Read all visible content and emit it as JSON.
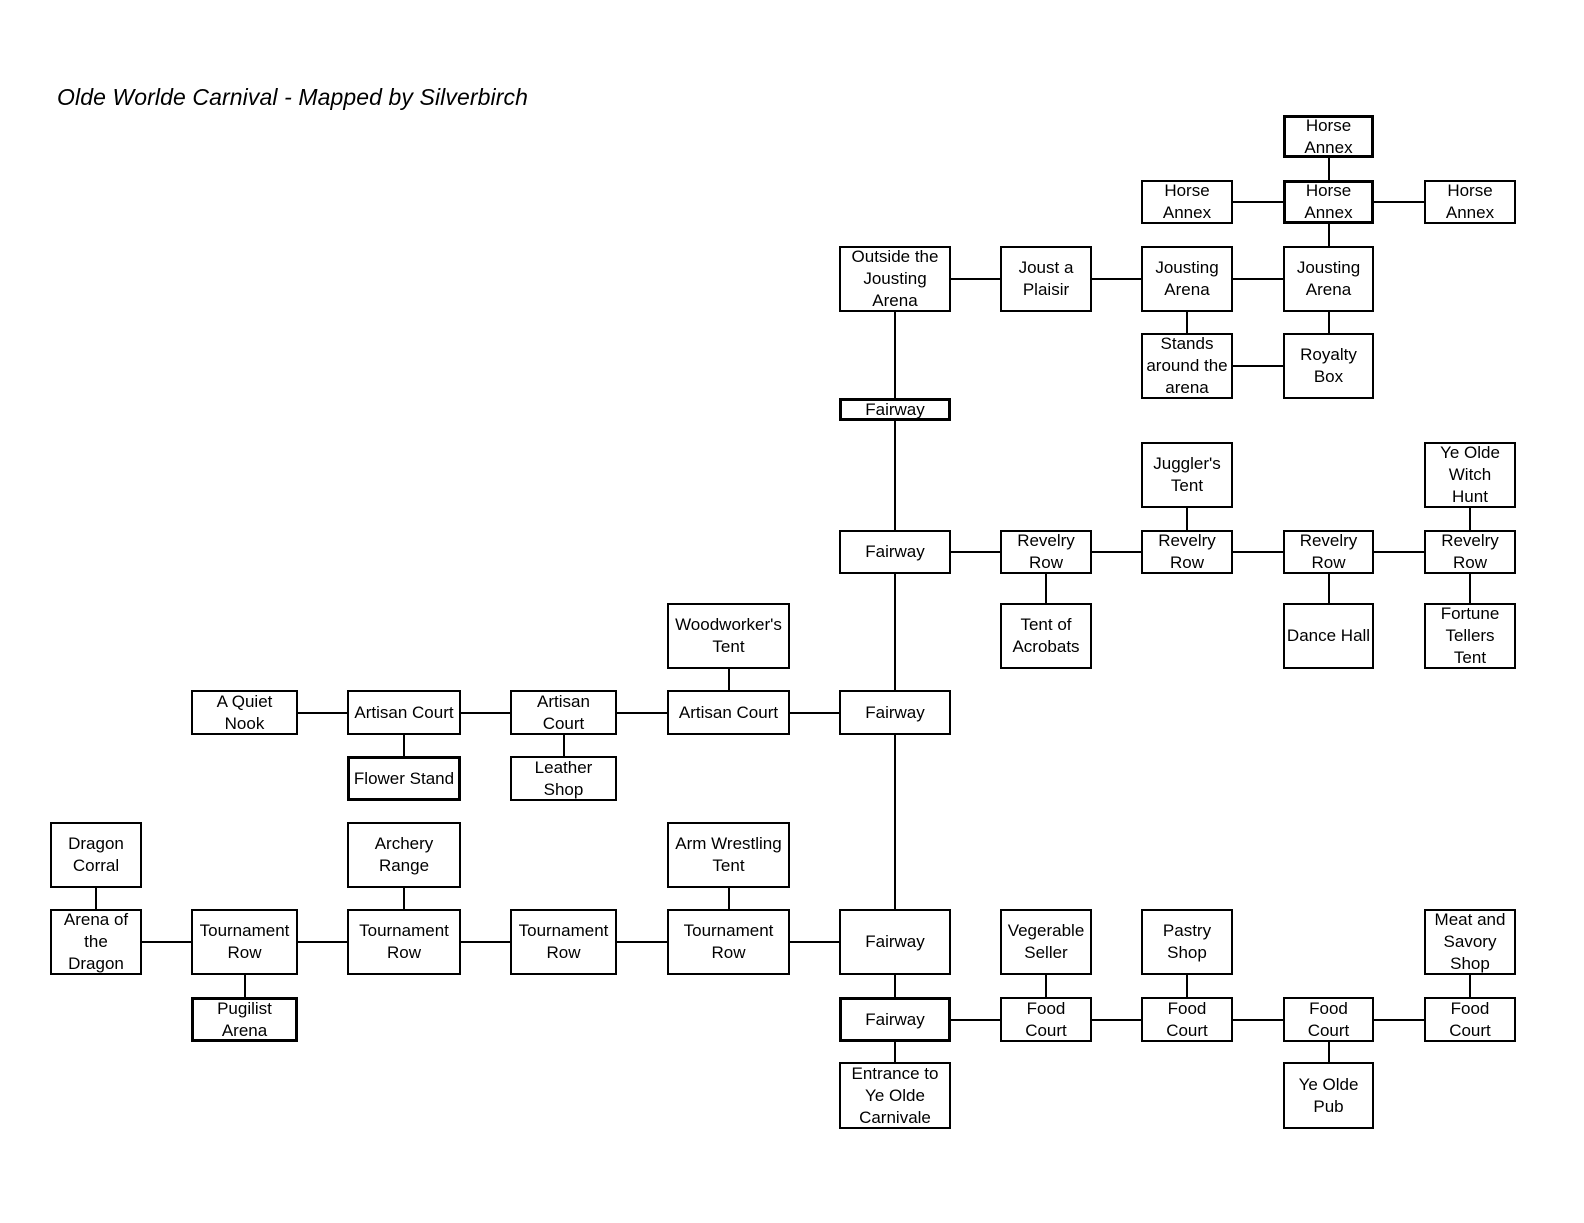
{
  "title": "Olde Worlde Carnival - Mapped by Silverbirch",
  "rooms": {
    "horse_annex_top": "Horse\nAnnex",
    "horse_annex_left": "Horse\nAnnex",
    "horse_annex_center": "Horse\nAnnex",
    "horse_annex_right": "Horse\nAnnex",
    "outside_jousting_arena": "Outside the\nJousting\nArena",
    "joust_a_plaisir": "Joust a\nPlaisir",
    "jousting_arena_left": "Jousting\nArena",
    "jousting_arena_right": "Jousting\nArena",
    "stands_around_arena": "Stands\naround the\narena",
    "royalty_box": "Royalty\nBox",
    "fairway_upper": "Fairway",
    "jugglers_tent": "Juggler's\nTent",
    "ye_olde_witch_hunt": "Ye Olde\nWitch\nHunt",
    "fairway_revelry": "Fairway",
    "revelry_row_1": "Revelry\nRow",
    "revelry_row_2": "Revelry\nRow",
    "revelry_row_3": "Revelry\nRow",
    "revelry_row_4": "Revelry\nRow",
    "tent_of_acrobats": "Tent of\nAcrobats",
    "dance_hall": "Dance Hall",
    "fortune_tellers_tent": "Fortune\nTellers\nTent",
    "woodworkers_tent": "Woodworker's\nTent",
    "a_quiet_nook": "A Quiet\nNook",
    "artisan_court_1": "Artisan Court",
    "artisan_court_2": "Artisan\nCourt",
    "artisan_court_3": "Artisan Court",
    "fairway_artisan": "Fairway",
    "flower_stand": "Flower Stand",
    "leather_shop": "Leather\nShop",
    "dragon_corral": "Dragon\nCorral",
    "archery_range": "Archery\nRange",
    "arm_wrestling_tent": "Arm Wrestling\nTent",
    "arena_of_the_dragon": "Arena of\nthe\nDragon",
    "tournament_row_1": "Tournament\nRow",
    "tournament_row_2": "Tournament\nRow",
    "tournament_row_3": "Tournament\nRow",
    "tournament_row_4": "Tournament\nRow",
    "fairway_tournament": "Fairway",
    "vegerable_seller": "Vegerable\nSeller",
    "pastry_shop": "Pastry\nShop",
    "meat_savory_shop": "Meat and\nSavory\nShop",
    "pugilist_arena": "Pugilist\nArena",
    "fairway_food": "Fairway",
    "food_court_1": "Food\nCourt",
    "food_court_2": "Food\nCourt",
    "food_court_3": "Food\nCourt",
    "food_court_4": "Food\nCourt",
    "entrance": "Entrance to\nYe Olde\nCarnivale",
    "ye_olde_pub": "Ye Olde\nPub"
  },
  "connections": [
    [
      "horse_annex_top",
      "horse_annex_center"
    ],
    [
      "horse_annex_left",
      "horse_annex_center"
    ],
    [
      "horse_annex_center",
      "horse_annex_right"
    ],
    [
      "horse_annex_center",
      "jousting_arena_right"
    ],
    [
      "outside_jousting_arena",
      "joust_a_plaisir"
    ],
    [
      "joust_a_plaisir",
      "jousting_arena_left"
    ],
    [
      "jousting_arena_left",
      "jousting_arena_right"
    ],
    [
      "jousting_arena_left",
      "stands_around_arena"
    ],
    [
      "jousting_arena_right",
      "royalty_box"
    ],
    [
      "stands_around_arena",
      "royalty_box"
    ],
    [
      "outside_jousting_arena",
      "fairway_upper"
    ],
    [
      "fairway_upper",
      "fairway_revelry"
    ],
    [
      "fairway_revelry",
      "revelry_row_1"
    ],
    [
      "revelry_row_1",
      "revelry_row_2"
    ],
    [
      "revelry_row_2",
      "revelry_row_3"
    ],
    [
      "revelry_row_3",
      "revelry_row_4"
    ],
    [
      "jugglers_tent",
      "revelry_row_2"
    ],
    [
      "ye_olde_witch_hunt",
      "revelry_row_4"
    ],
    [
      "revelry_row_1",
      "tent_of_acrobats"
    ],
    [
      "revelry_row_3",
      "dance_hall"
    ],
    [
      "revelry_row_4",
      "fortune_tellers_tent"
    ],
    [
      "fairway_revelry",
      "fairway_artisan"
    ],
    [
      "a_quiet_nook",
      "artisan_court_1"
    ],
    [
      "artisan_court_1",
      "artisan_court_2"
    ],
    [
      "artisan_court_2",
      "artisan_court_3"
    ],
    [
      "artisan_court_3",
      "fairway_artisan"
    ],
    [
      "woodworkers_tent",
      "artisan_court_3"
    ],
    [
      "artisan_court_1",
      "flower_stand"
    ],
    [
      "artisan_court_2",
      "leather_shop"
    ],
    [
      "fairway_artisan",
      "fairway_tournament"
    ],
    [
      "dragon_corral",
      "arena_of_the_dragon"
    ],
    [
      "arena_of_the_dragon",
      "tournament_row_1"
    ],
    [
      "tournament_row_1",
      "tournament_row_2"
    ],
    [
      "tournament_row_2",
      "tournament_row_3"
    ],
    [
      "tournament_row_3",
      "tournament_row_4"
    ],
    [
      "tournament_row_4",
      "fairway_tournament"
    ],
    [
      "archery_range",
      "tournament_row_2"
    ],
    [
      "arm_wrestling_tent",
      "tournament_row_4"
    ],
    [
      "tournament_row_1",
      "pugilist_arena"
    ],
    [
      "fairway_tournament",
      "fairway_food"
    ],
    [
      "fairway_food",
      "food_court_1"
    ],
    [
      "food_court_1",
      "food_court_2"
    ],
    [
      "food_court_2",
      "food_court_3"
    ],
    [
      "food_court_3",
      "food_court_4"
    ],
    [
      "vegerable_seller",
      "food_court_1"
    ],
    [
      "pastry_shop",
      "food_court_2"
    ],
    [
      "meat_savory_shop",
      "food_court_4"
    ],
    [
      "fairway_food",
      "entrance"
    ],
    [
      "food_court_3",
      "ye_olde_pub"
    ]
  ]
}
